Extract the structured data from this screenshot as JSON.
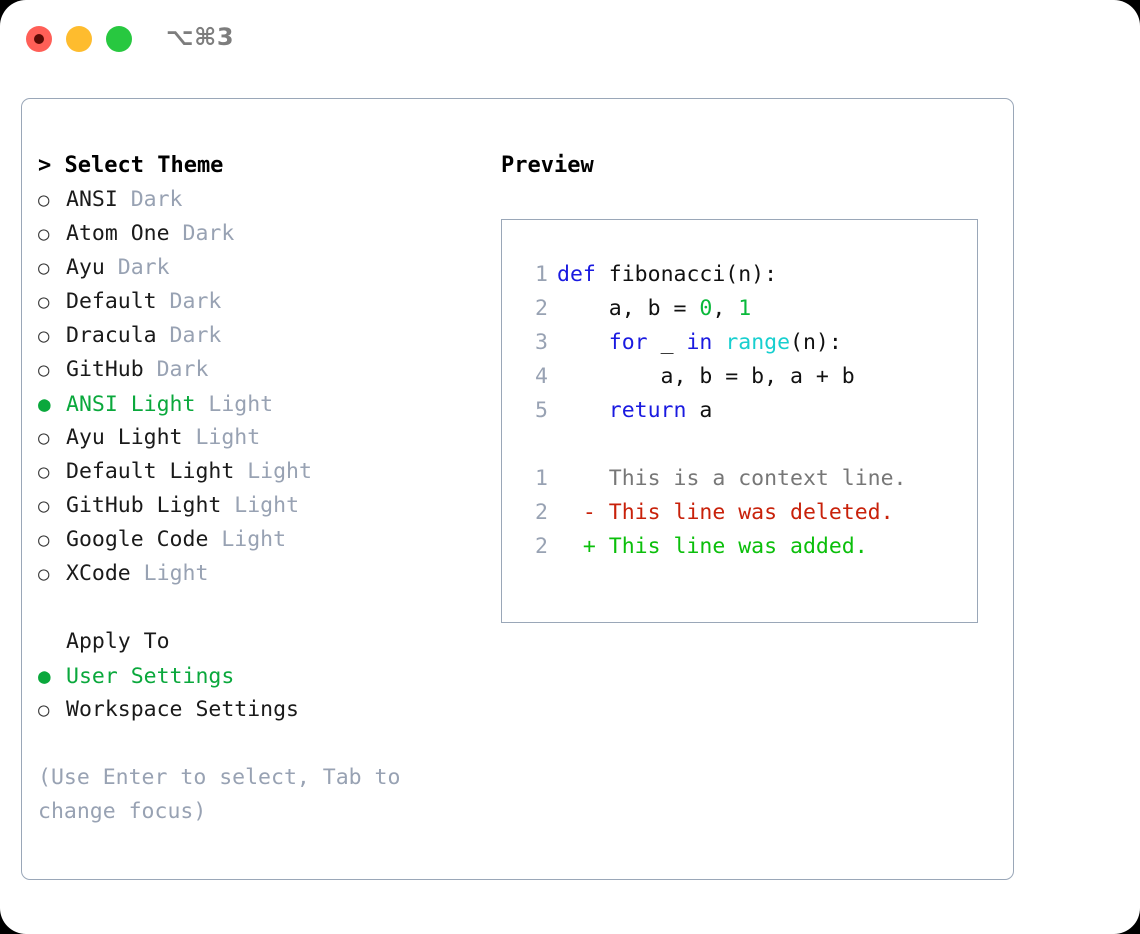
{
  "titlebar": {
    "shortcut": "⌥⌘3",
    "buttons": [
      {
        "name": "close",
        "color": "#ff5f57"
      },
      {
        "name": "minimize",
        "color": "#febc2e"
      },
      {
        "name": "maximize",
        "color": "#28c840"
      }
    ]
  },
  "theme_panel": {
    "header": "> Select Theme",
    "selected_marker": "●",
    "unselected_marker": "○",
    "items": [
      {
        "name": "ANSI",
        "kind": "Dark",
        "selected": false
      },
      {
        "name": "Atom One",
        "kind": "Dark",
        "selected": false
      },
      {
        "name": "Ayu",
        "kind": "Dark",
        "selected": false
      },
      {
        "name": "Default",
        "kind": "Dark",
        "selected": false
      },
      {
        "name": "Dracula",
        "kind": "Dark",
        "selected": false
      },
      {
        "name": "GitHub",
        "kind": "Dark",
        "selected": false
      },
      {
        "name": "ANSI Light",
        "kind": "Light",
        "selected": true
      },
      {
        "name": "Ayu Light",
        "kind": "Light",
        "selected": false
      },
      {
        "name": "Default Light",
        "kind": "Light",
        "selected": false
      },
      {
        "name": "GitHub Light",
        "kind": "Light",
        "selected": false
      },
      {
        "name": "Google Code",
        "kind": "Light",
        "selected": false
      },
      {
        "name": "XCode",
        "kind": "Light",
        "selected": false
      }
    ]
  },
  "apply_to": {
    "header": "Apply To",
    "options": [
      {
        "label": "User Settings",
        "selected": true
      },
      {
        "label": "Workspace Settings",
        "selected": false
      }
    ]
  },
  "hint": "(Use Enter to select, Tab to change focus)",
  "preview": {
    "header": "Preview",
    "code_lines": [
      {
        "no": "1",
        "tokens": [
          {
            "t": "def",
            "c": "kw"
          },
          {
            "t": " fibonacci(n):",
            "c": "plain"
          }
        ]
      },
      {
        "no": "2",
        "tokens": [
          {
            "t": "    a, b = ",
            "c": "plain"
          },
          {
            "t": "0",
            "c": "num"
          },
          {
            "t": ", ",
            "c": "plain"
          },
          {
            "t": "1",
            "c": "num"
          }
        ]
      },
      {
        "no": "3",
        "tokens": [
          {
            "t": "    ",
            "c": "plain"
          },
          {
            "t": "for",
            "c": "kw"
          },
          {
            "t": " _ ",
            "c": "plain"
          },
          {
            "t": "in",
            "c": "kw"
          },
          {
            "t": " ",
            "c": "plain"
          },
          {
            "t": "range",
            "c": "fn"
          },
          {
            "t": "(n):",
            "c": "plain"
          }
        ]
      },
      {
        "no": "4",
        "tokens": [
          {
            "t": "        a, b = b, a + b",
            "c": "plain"
          }
        ]
      },
      {
        "no": "5",
        "tokens": [
          {
            "t": "    ",
            "c": "plain"
          },
          {
            "t": "return",
            "c": "kw"
          },
          {
            "t": " a",
            "c": "plain"
          }
        ]
      }
    ],
    "diff_lines": [
      {
        "no": "1",
        "sign": " ",
        "text": "This is a context line.",
        "kind": "ctx"
      },
      {
        "no": "2",
        "sign": "-",
        "text": "This line was deleted.",
        "kind": "del"
      },
      {
        "no": "2",
        "sign": "+",
        "text": "This line was added.",
        "kind": "add"
      }
    ]
  },
  "colors": {
    "accent_green": "#0aa83c",
    "muted": "#98a2b3",
    "border": "#9aa7b8",
    "keyword_blue": "#1a1ae0",
    "function_cyan": "#17cfcf",
    "number_green": "#09b93a",
    "diff_delete_red": "#c8210a",
    "diff_add_green": "#0bbf0b"
  }
}
